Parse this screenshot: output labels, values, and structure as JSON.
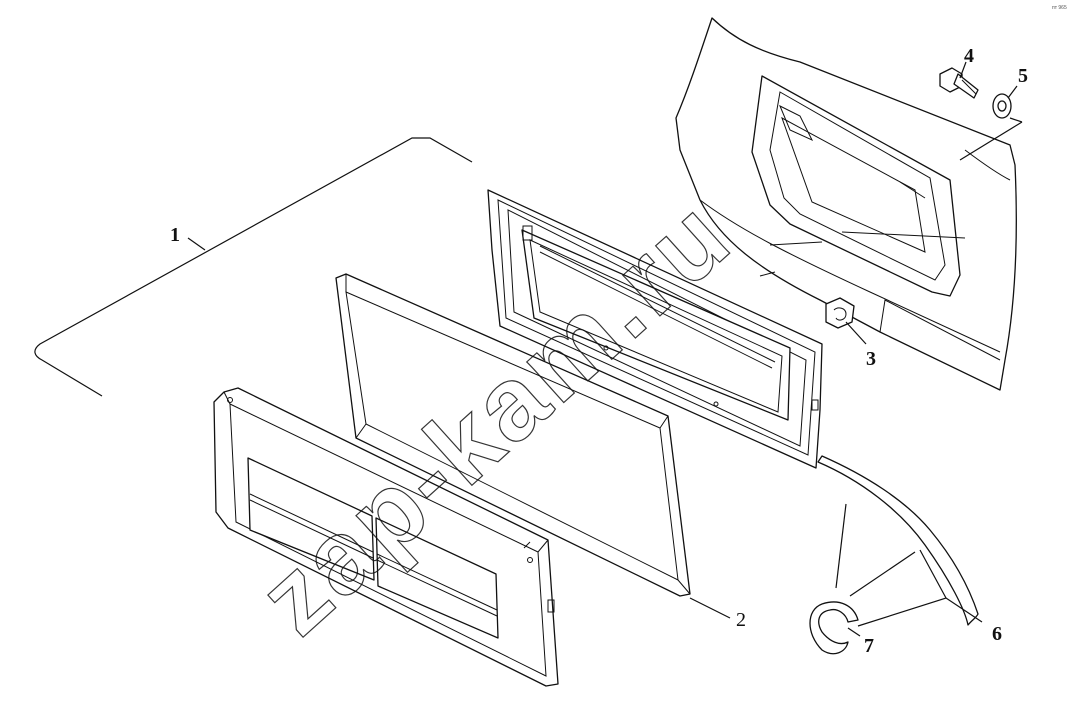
{
  "corner_code": "пт 965",
  "watermark": "zap-kam.ru",
  "callouts": [
    {
      "id": "1",
      "label": "1"
    },
    {
      "id": "2",
      "label": "2"
    },
    {
      "id": "3",
      "label": "3"
    },
    {
      "id": "4",
      "label": "4"
    },
    {
      "id": "5",
      "label": "5"
    },
    {
      "id": "6",
      "label": "6"
    },
    {
      "id": "7",
      "label": "7"
    }
  ],
  "colors": {
    "line": "#111111",
    "background": "#ffffff"
  }
}
